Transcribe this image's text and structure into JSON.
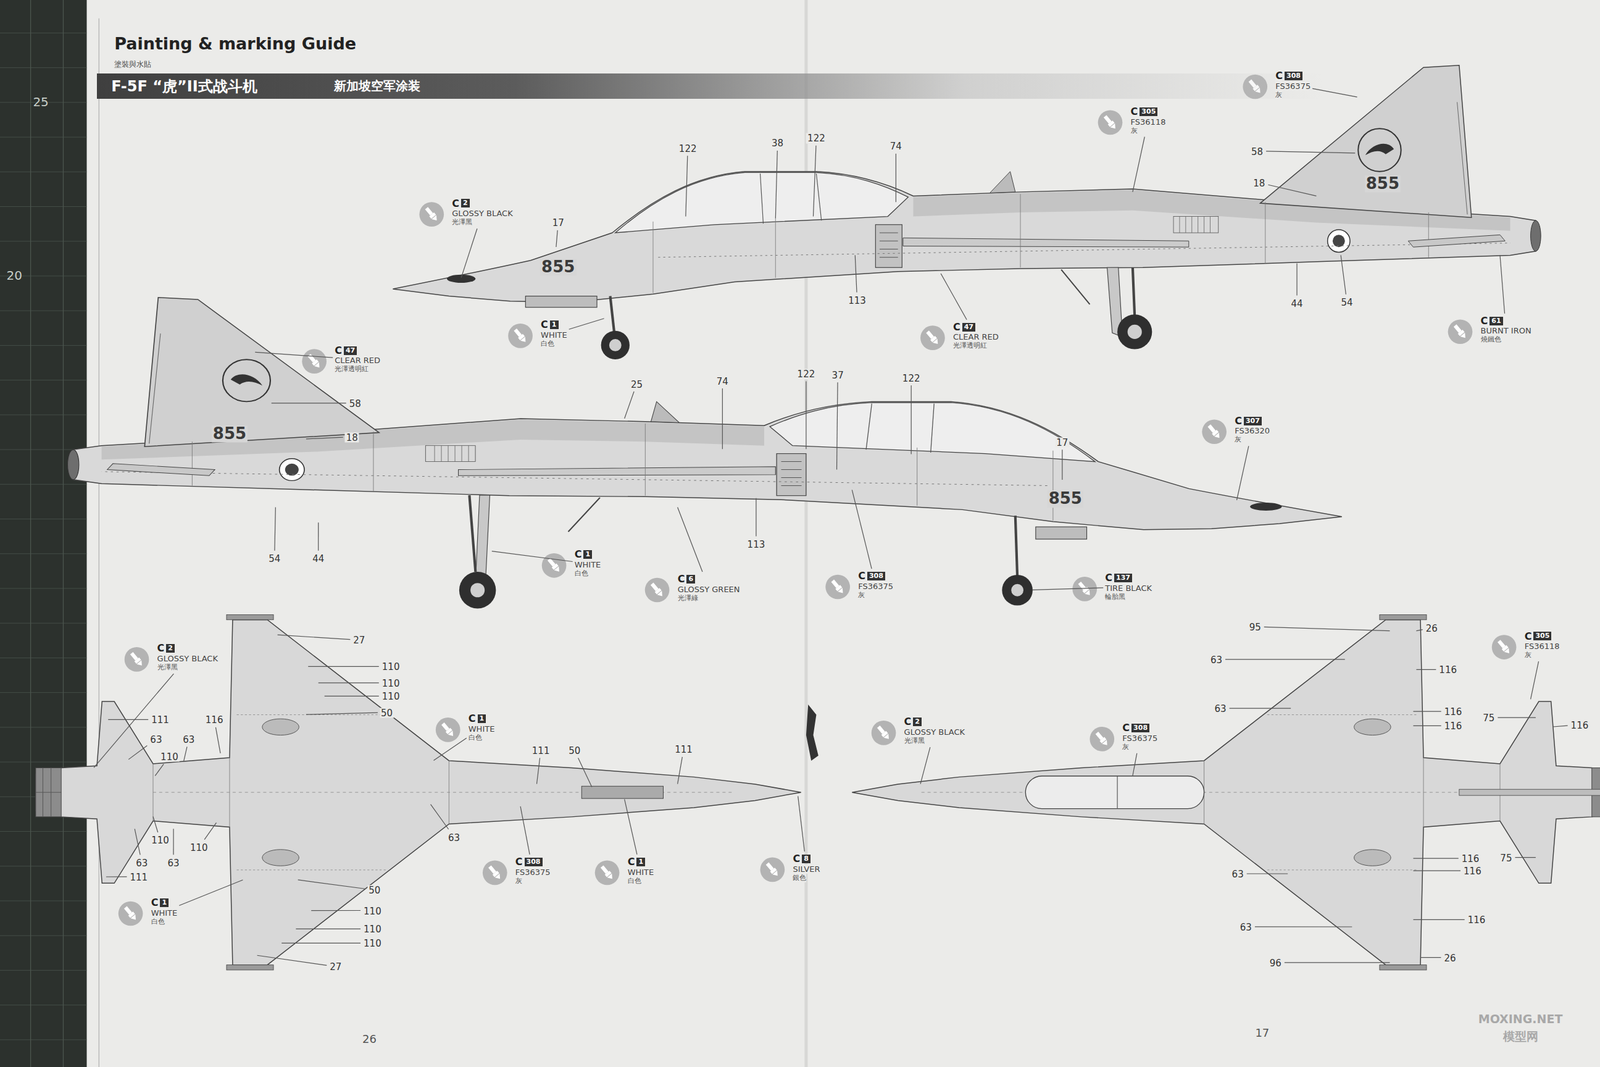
{
  "diagram": {
    "title": "Painting & marking Guide",
    "nodes": [
      {
        "text": [
          "F-5F “虎”II式战斗机",
          "新加坡空军涂装"
        ]
      }
    ],
    "labels": [
      "塗裝與水貼",
      "25",
      "20",
      "C",
      "2",
      "GLOSSY BLACK",
      "光澤黑",
      "17",
      "855",
      "122",
      "38",
      "122",
      "74",
      "C",
      "1",
      "WHITE",
      "白色",
      "113",
      "C",
      "47",
      "CLEAR RED",
      "光澤透明紅",
      "C",
      "305",
      "FS36118",
      "灰",
      "C",
      "308",
      "FS36375",
      "灰",
      "58",
      "18",
      "855",
      "44",
      "54",
      "C",
      "61",
      "BURNT IRON",
      "燒鐵色",
      "C",
      "47",
      "CLEAR RED",
      "光澤透明紅",
      "855",
      "58",
      "18",
      "25",
      "74",
      "122",
      "37",
      "122",
      "17",
      "855",
      "54",
      "44",
      "113",
      "C",
      "1",
      "WHITE",
      "白色",
      "C",
      "6",
      "GLOSSY GREEN",
      "光澤綠",
      "C",
      "308",
      "FS36375",
      "灰",
      "C",
      "137",
      "TIRE BLACK",
      "輪胎黑",
      "C",
      "307",
      "FS36320",
      "灰",
      "C",
      "2",
      "GLOSSY BLACK",
      "光澤黑",
      "27",
      "110",
      "110",
      "110",
      "50",
      "116",
      "111",
      "63",
      "63",
      "110",
      "C",
      "1",
      "WHITE",
      "白色",
      "111",
      "50",
      "111",
      "110",
      "110",
      "63",
      "63",
      "63",
      "111",
      "50",
      "110",
      "110",
      "110",
      "27",
      "C",
      "308",
      "FS36375",
      "灰",
      "C",
      "1",
      "WHITE",
      "白色",
      "C",
      "1",
      "WHITE",
      "白色",
      "C",
      "8",
      "SILVER",
      "銀色",
      "C",
      "2",
      "GLOSSY BLACK",
      "光澤黑",
      "C",
      "308",
      "FS36375",
      "灰",
      "95",
      "26",
      "63",
      "116",
      "63",
      "116",
      "116",
      "75",
      "116",
      "C",
      "305",
      "FS36118",
      "灰",
      "75",
      "116",
      "116",
      "63",
      "116",
      "63",
      "96",
      "26",
      "26",
      "17",
      "MOXING.NET",
      "模型网"
    ]
  }
}
